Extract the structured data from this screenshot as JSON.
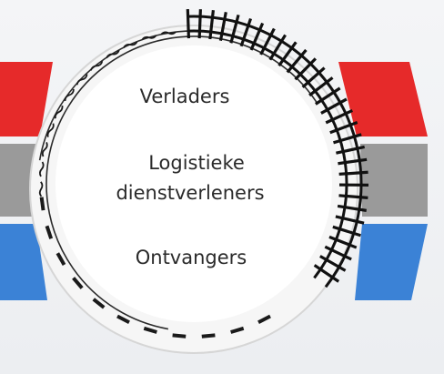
{
  "diagram": {
    "labels": {
      "verladers": "Verladers",
      "logistieke_1": "Logistieke",
      "logistieke_2": "dienstverleners",
      "ontvangers": "Ontvangers"
    },
    "segments": [
      "water",
      "rail",
      "road"
    ],
    "colors": {
      "red_band": "#e62a2a",
      "grey_band": "#9a9a9a",
      "blue_band": "#3b82d6",
      "circle_fill": "#ffffff",
      "ring_line": "#2b2b2b",
      "rail": "#111111",
      "road_dash": "#1a1a1a",
      "wave": "#1a1a1a"
    }
  }
}
